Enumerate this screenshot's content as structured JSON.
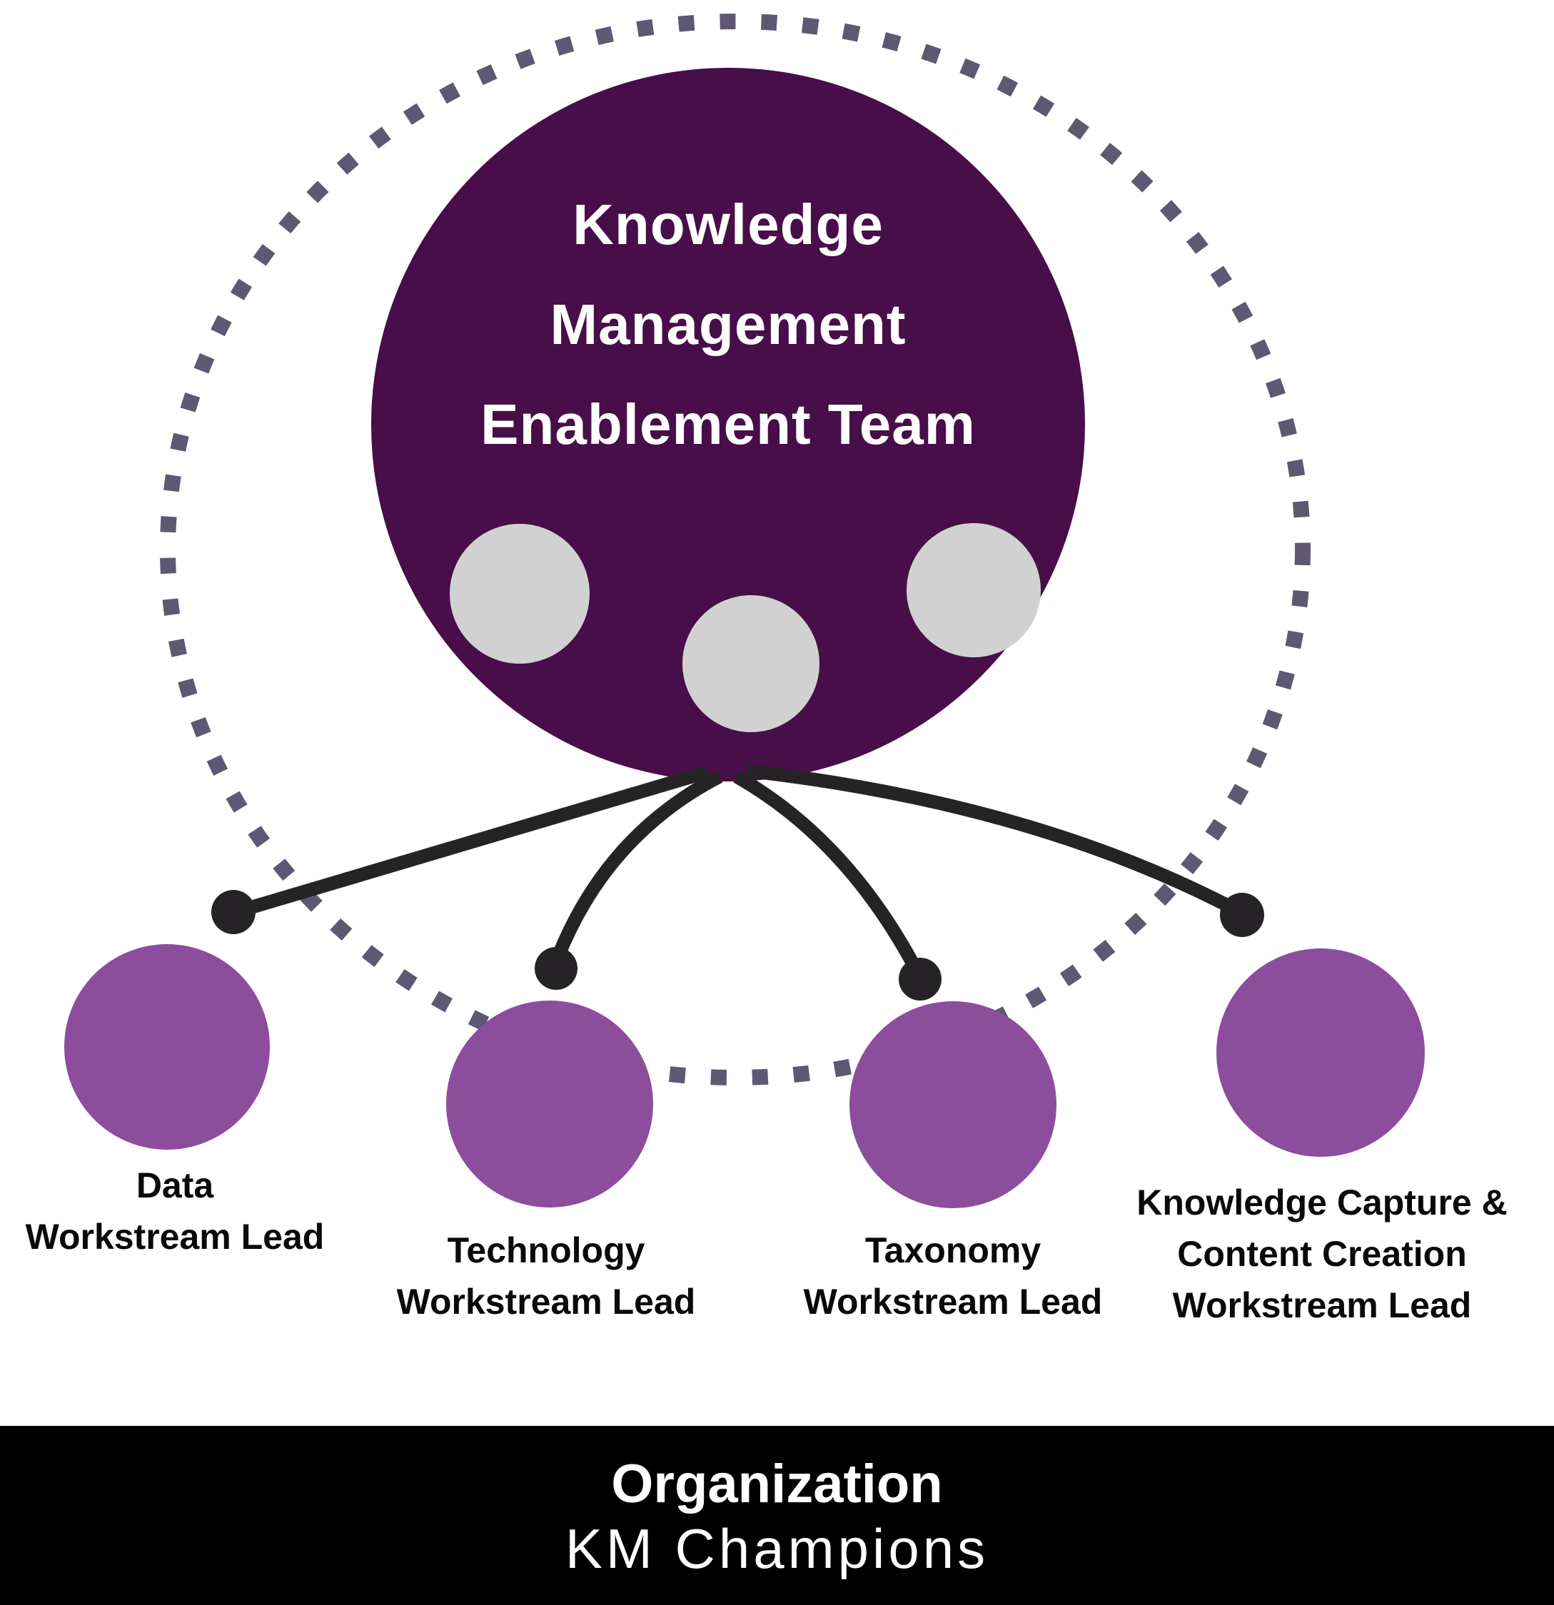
{
  "central_team": {
    "title_lines": [
      "Knowledge",
      "Management",
      "Enablement Team"
    ],
    "circle_color": "#470E49",
    "member_icon_color": "#D1D1D1",
    "member_count": 3
  },
  "workstreams": [
    {
      "id": "data",
      "label_lines": [
        "Data",
        "Workstream Lead"
      ]
    },
    {
      "id": "technology",
      "label_lines": [
        "Technology",
        "Workstream Lead"
      ]
    },
    {
      "id": "taxonomy",
      "label_lines": [
        "Taxonomy",
        "Workstream Lead"
      ]
    },
    {
      "id": "knowledge-capture",
      "label_lines": [
        "Knowledge Capture &",
        "Content Creation",
        "Workstream Lead"
      ]
    }
  ],
  "colors": {
    "workstream_circle": "#8C4D9D",
    "connector": "#262326",
    "dotted_ring": "#5F5873",
    "label_text": "#0A0A0A",
    "title_text": "#FFFFFF"
  },
  "footer": {
    "title": "Organization",
    "subtitle": "KM Champions",
    "background": "#000000",
    "text_color": "#FFFFFF"
  }
}
